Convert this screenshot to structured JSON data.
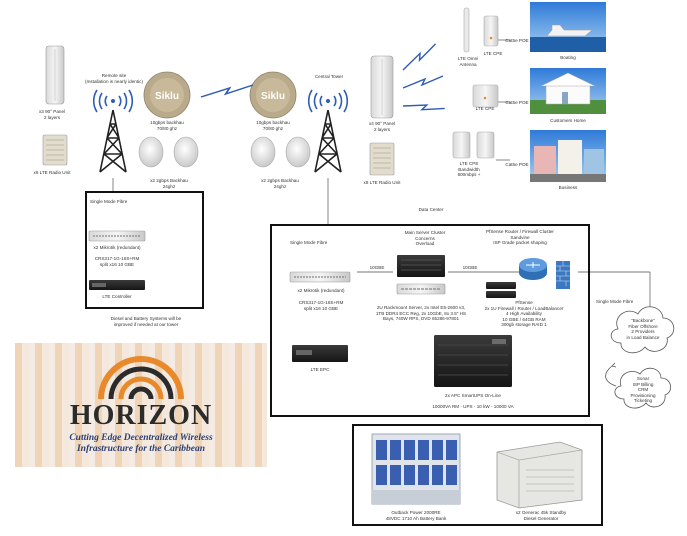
{
  "colors": {
    "accent": "#e8892b",
    "tagline": "#2c3f73",
    "frame": "#111111",
    "wireless": "#2f5db5",
    "wire": "#777777"
  },
  "left_panel": {
    "name": "x3 90° Panel\n2 layers",
    "radio": "x6 LTE Radio Unit"
  },
  "remote_site": {
    "label": "Remote site\n(Installation is nearly identic)"
  },
  "siklu_left": {
    "brand": "Siklu",
    "label": "10gbps backhau\n70/80 ghz"
  },
  "siklu_right": {
    "brand": "Siklu",
    "label": "10gbps backhau\n70/80 ghz"
  },
  "dish_left": {
    "label": "x2 2gbps Backhau\n24ghz"
  },
  "dish_right": {
    "label": "x2 2gbps Backhau\n24ghz"
  },
  "central_tower": {
    "label": "Central Tower"
  },
  "center_panel": {
    "name": "x4 90° Panel\n2 layers",
    "radio": "x8 LTE Radio Unit"
  },
  "data_center": {
    "label": "Data Center"
  },
  "omni": {
    "label": "LTE Omni\nAntenna"
  },
  "cpe_top": {
    "label": "LTE CPE",
    "poe": "Cat5e POE",
    "site": "Boating"
  },
  "cpe_mid": {
    "label": "LTE CPE",
    "poe": "Cat5e POE",
    "site": "Customers Home"
  },
  "cpe_bottom": {
    "label": "LTE CPE\nBandwidth\n600mbps +",
    "poe": "Cat5e POE",
    "site": "Business"
  },
  "remote_box": {
    "fiber": "Single Mode Fibre",
    "switch": "x2 Mikrotik (redundant)",
    "switch_model": "CRS317-1G-16S+RM\nsplit x16 10 GBE",
    "controller": "LTE Controller",
    "note": "Diesel and Battery Systems will be\nimproved if needed at our tower"
  },
  "logo": {
    "brand": "HORIZON",
    "tagline": "Cutting Edge Decentralized Wireless\nInfrastructure for the Caribbean"
  },
  "dc_box": {
    "fiber": "Single Mode Fibre",
    "main_server": "Main Server Cluster\nConcerns\nOverload",
    "server_spec": "2U Rackmount Server, 2x Intel E5-2600 v3,\n1TB DDR4 ECC Reg, 2x 10GbE, 8x 3.5\" HS\nBays, 740W RPS, DVD 65286-97801",
    "pfsense_head": "PfSense Router / Firewall Cluster\nSandvine\nISP Grade packet shaping",
    "pfsense_spec": "PfSense\n2x 1U Firewall / Router / LoadBalancer\n4 High Availability\n10 GBE / 64GB RAM\n300gb storage RAID 1",
    "link_10gbe_a": "10GBE",
    "link_10gbe_b": "10GBE",
    "switch": "x2 Mikrotik (redundant)",
    "switch_model": "CRS317-1G-16S+RM\nsplit x16 10 GBE",
    "epc": "LTE EPC",
    "ups": "2x APC SmartUPS On-Line",
    "ups_spec": "10000VA RM - UPS - 10 kW - 10000 VA"
  },
  "fibre_out": {
    "label": "Single Mode Fibre"
  },
  "cloud_top": {
    "label": "\"Backbone\"\nFiber Offshore\n2 Providers\nin Load Balance"
  },
  "cloud_bottom": {
    "label": "Sonar\nISP Billing\nCRM\nProvisioning\nTicketing"
  },
  "power_box": {
    "battery": "Outback Power 2000RE\n48VDC 1710 Ah Battery Bank",
    "generator": "x2 Generac 45k Standby\nDiesel Generator"
  }
}
